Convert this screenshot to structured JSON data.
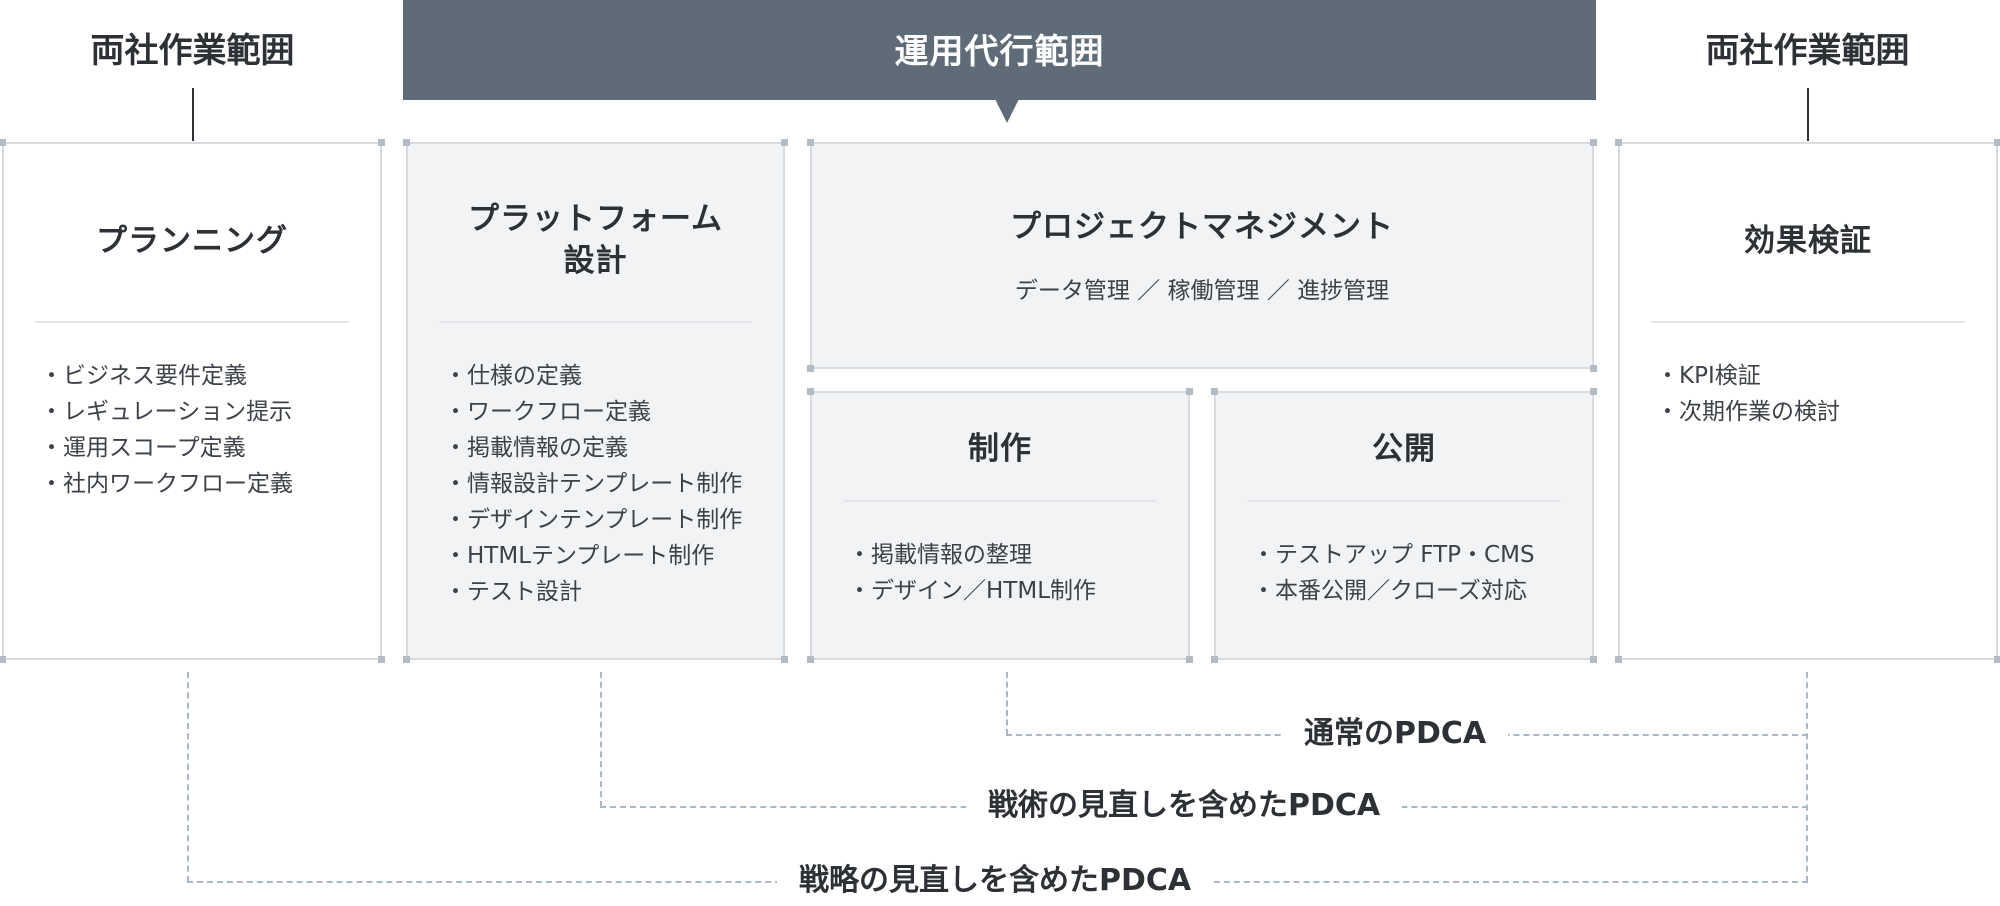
{
  "scopes": {
    "left": "両社作業範囲",
    "center": "運用代行範囲",
    "right": "両社作業範囲"
  },
  "planning": {
    "title": "プランニング",
    "items": [
      "・ビジネス要件定義",
      "・レギュレーション提示",
      "・運用スコープ定義",
      "・社内ワークフロー定義"
    ]
  },
  "platform": {
    "title_line1": "プラットフォーム",
    "title_line2": "設計",
    "items": [
      "・仕様の定義",
      "・ワークフロー定義",
      "・掲載情報の定義",
      "・情報設計テンプレート制作",
      "・デザインテンプレート制作",
      "・HTMLテンプレート制作",
      "・テスト設計"
    ]
  },
  "project_management": {
    "title": "プロジェクトマネジメント",
    "subtitle": "データ管理 ／ 稼働管理 ／ 進捗管理"
  },
  "production": {
    "title": "制作",
    "items": [
      "・掲載情報の整理",
      "・デザイン／HTML制作"
    ]
  },
  "publishing": {
    "title": "公開",
    "items": [
      "・テストアップ FTP・CMS",
      "・本番公開／クローズ対応"
    ]
  },
  "verification": {
    "title": "効果検証",
    "items": [
      "・KPI検証",
      "・次期作業の検討"
    ]
  },
  "pdca": {
    "normal": "通常のPDCA",
    "tactical": "戦術の見直しを含めたPDCA",
    "strategic": "戦略の見直しを含めたPDCA"
  },
  "colors": {
    "banner": "#5f6c78",
    "box_gray": "#f2f3f5",
    "dashed_line": "#a9b7c6"
  }
}
